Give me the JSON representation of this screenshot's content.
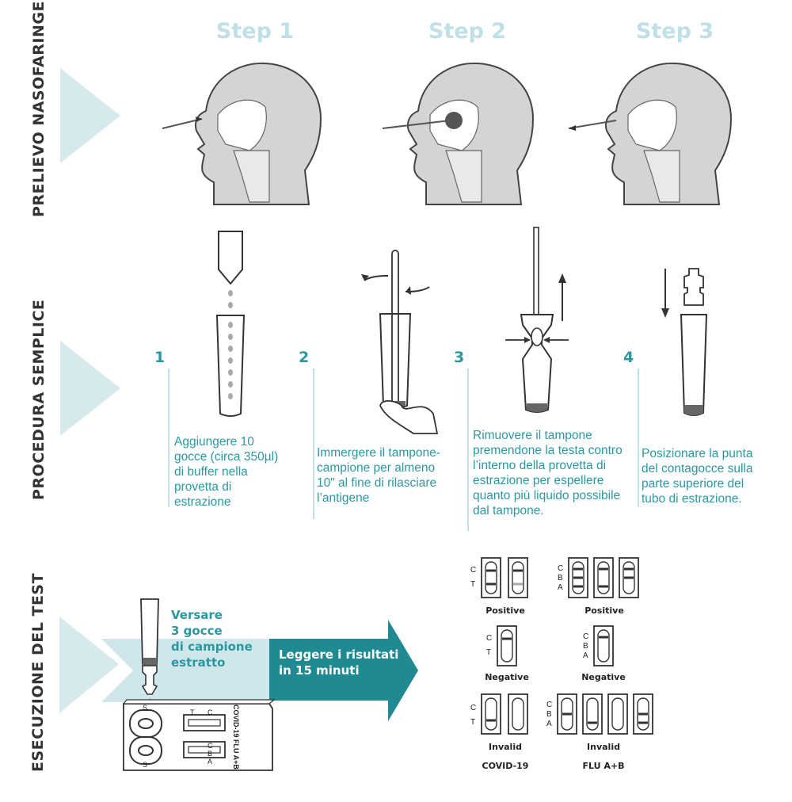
{
  "sections": {
    "nasal": "PRELIEVO NASOFARINGEO",
    "procedure": "PROCEDURA SEMPLICE",
    "execution": "ESECUZIONE  DEL TEST"
  },
  "steps": [
    "Step 1",
    "Step 2",
    "Step 3"
  ],
  "procedure": [
    {
      "num": "1",
      "text": "Aggiungere 10 gocce (circa 350µl) di buffer nella provetta di estrazione"
    },
    {
      "num": "2",
      "text": "Immergere il tampone-campione per almeno 10\" al fine di rilasciare l’antigene"
    },
    {
      "num": "3",
      "text": "Rimuovere il tampone premendone la testa contro l’interno della provetta di estrazione per espellere quanto più liquido possibile dal tampone."
    },
    {
      "num": "4",
      "text": "Posizionare la punta del contagocce sulla parte superiore del tubo di estrazione."
    }
  ],
  "execution": {
    "pour_line1": "Versare",
    "pour_line2": "3 gocce",
    "pour_line3": "di campione",
    "pour_line4": "estratto",
    "read_line1": "Leggere i risultati",
    "read_line2": "in 15 minuti"
  },
  "cassette": {
    "label": "COVID-19 FLU A+B",
    "s": "S",
    "c": "C",
    "t": "T",
    "b": "B",
    "a": "A"
  },
  "results": {
    "positive": "Positive",
    "negative": "Negative",
    "invalid": "Invalid",
    "covid": "COVID-19",
    "flu": "FLU A+B",
    "c": "C",
    "t": "T",
    "b": "B",
    "a": "A"
  },
  "colors": {
    "teal": "#2a98a0",
    "teal_light": "#bfe0e6",
    "arrow_dark": "#1f8a92",
    "head_fill": "#d4d4d4"
  }
}
